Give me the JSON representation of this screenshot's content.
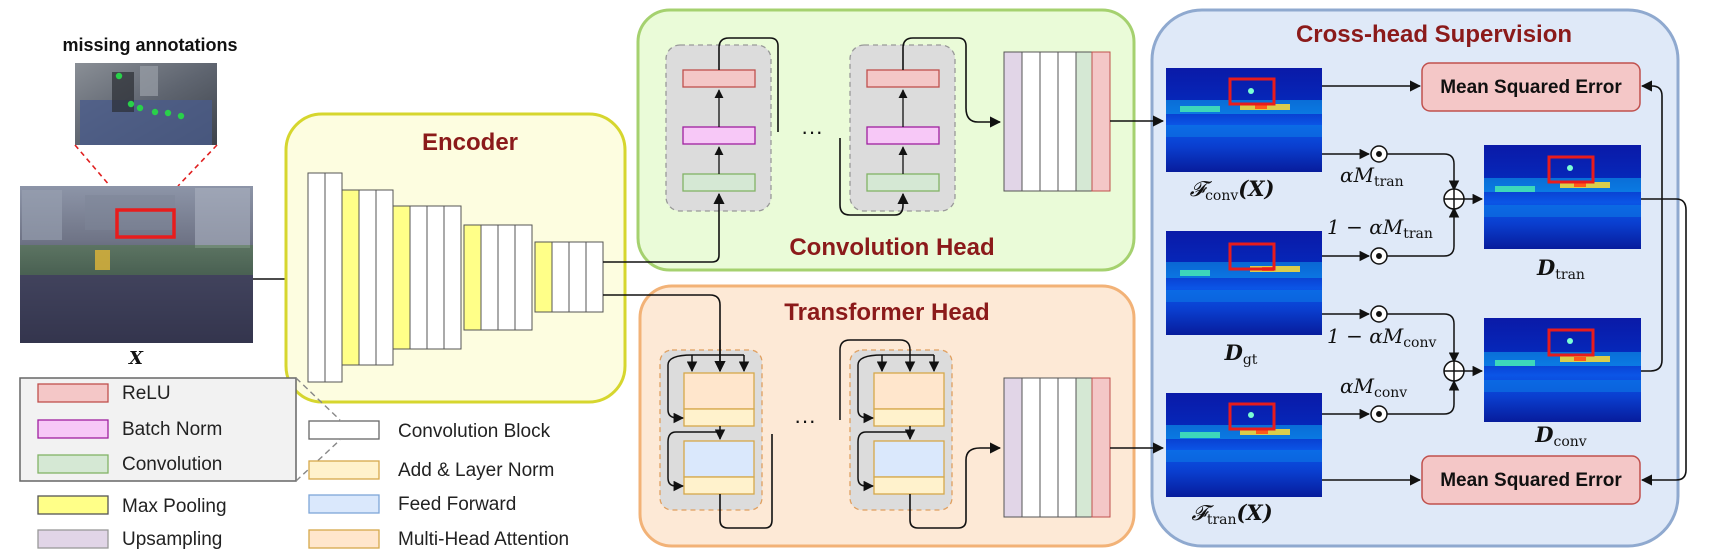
{
  "figure": {
    "missing_annotations": "missing annotations",
    "input_label": "X",
    "encoder_title": "Encoder",
    "conv_head_title": "Convolution Head",
    "transformer_head_title": "Transformer Head",
    "cross_head_title": "Cross-head Supervision",
    "ellipsis": "···",
    "mse_top": "Mean Squared Error",
    "mse_bottom": "Mean Squared Error",
    "f_conv": "𝓕",
    "f_conv_sub": "conv",
    "f_conv_arg": "(X)",
    "f_tran": "𝓕",
    "f_tran_sub": "tran",
    "f_tran_arg": "(X)",
    "d_gt": "D",
    "d_gt_sub": "gt",
    "d_tran": "D",
    "d_tran_sub": "tran",
    "d_conv": "D",
    "d_conv_sub": "conv",
    "alpha_m_tran": "αM",
    "alpha_m_tran_sub": "tran",
    "one_minus_alpha_m_tran": "1 − αM",
    "one_minus_alpha_m_tran_sub": "tran",
    "one_minus_alpha_m_conv": "1 − αM",
    "one_minus_alpha_m_conv_sub": "conv",
    "alpha_m_conv": "αM",
    "alpha_m_conv_sub": "conv"
  },
  "legend": {
    "relu": "ReLU",
    "batch_norm": "Batch Norm",
    "convolution": "Convolution",
    "max_pooling": "Max Pooling",
    "upsampling": "Upsampling",
    "convolution_block": "Convolution Block",
    "add_layer_norm": "Add & Layer Norm",
    "feed_forward": "Feed Forward",
    "multi_head_attention": "Multi-Head Attention"
  },
  "colors": {
    "relu": "#f4c7c7",
    "relu_border": "#c0504d",
    "batch_norm": "#f7c8f7",
    "batch_norm_border": "#a020a0",
    "convolution": "#d5e8d4",
    "convolution_border": "#82b366",
    "max_pooling": "#ffff88",
    "upsampling": "#e1d5e7",
    "add_layer_norm": "#fff2cc",
    "feed_forward": "#dae8fc",
    "multi_head_attention": "#ffe6cc",
    "encoder_bg": "#fdfde0",
    "encoder_border": "#d6d62e",
    "conv_head_bg": "#eafbd8",
    "conv_head_border": "#a5d16f",
    "trans_head_bg": "#fde9d6",
    "trans_head_border": "#f2b277",
    "cross_bg": "#dfe9f8",
    "cross_border": "#8fa9cf",
    "title_red": "#8b1a1a"
  }
}
